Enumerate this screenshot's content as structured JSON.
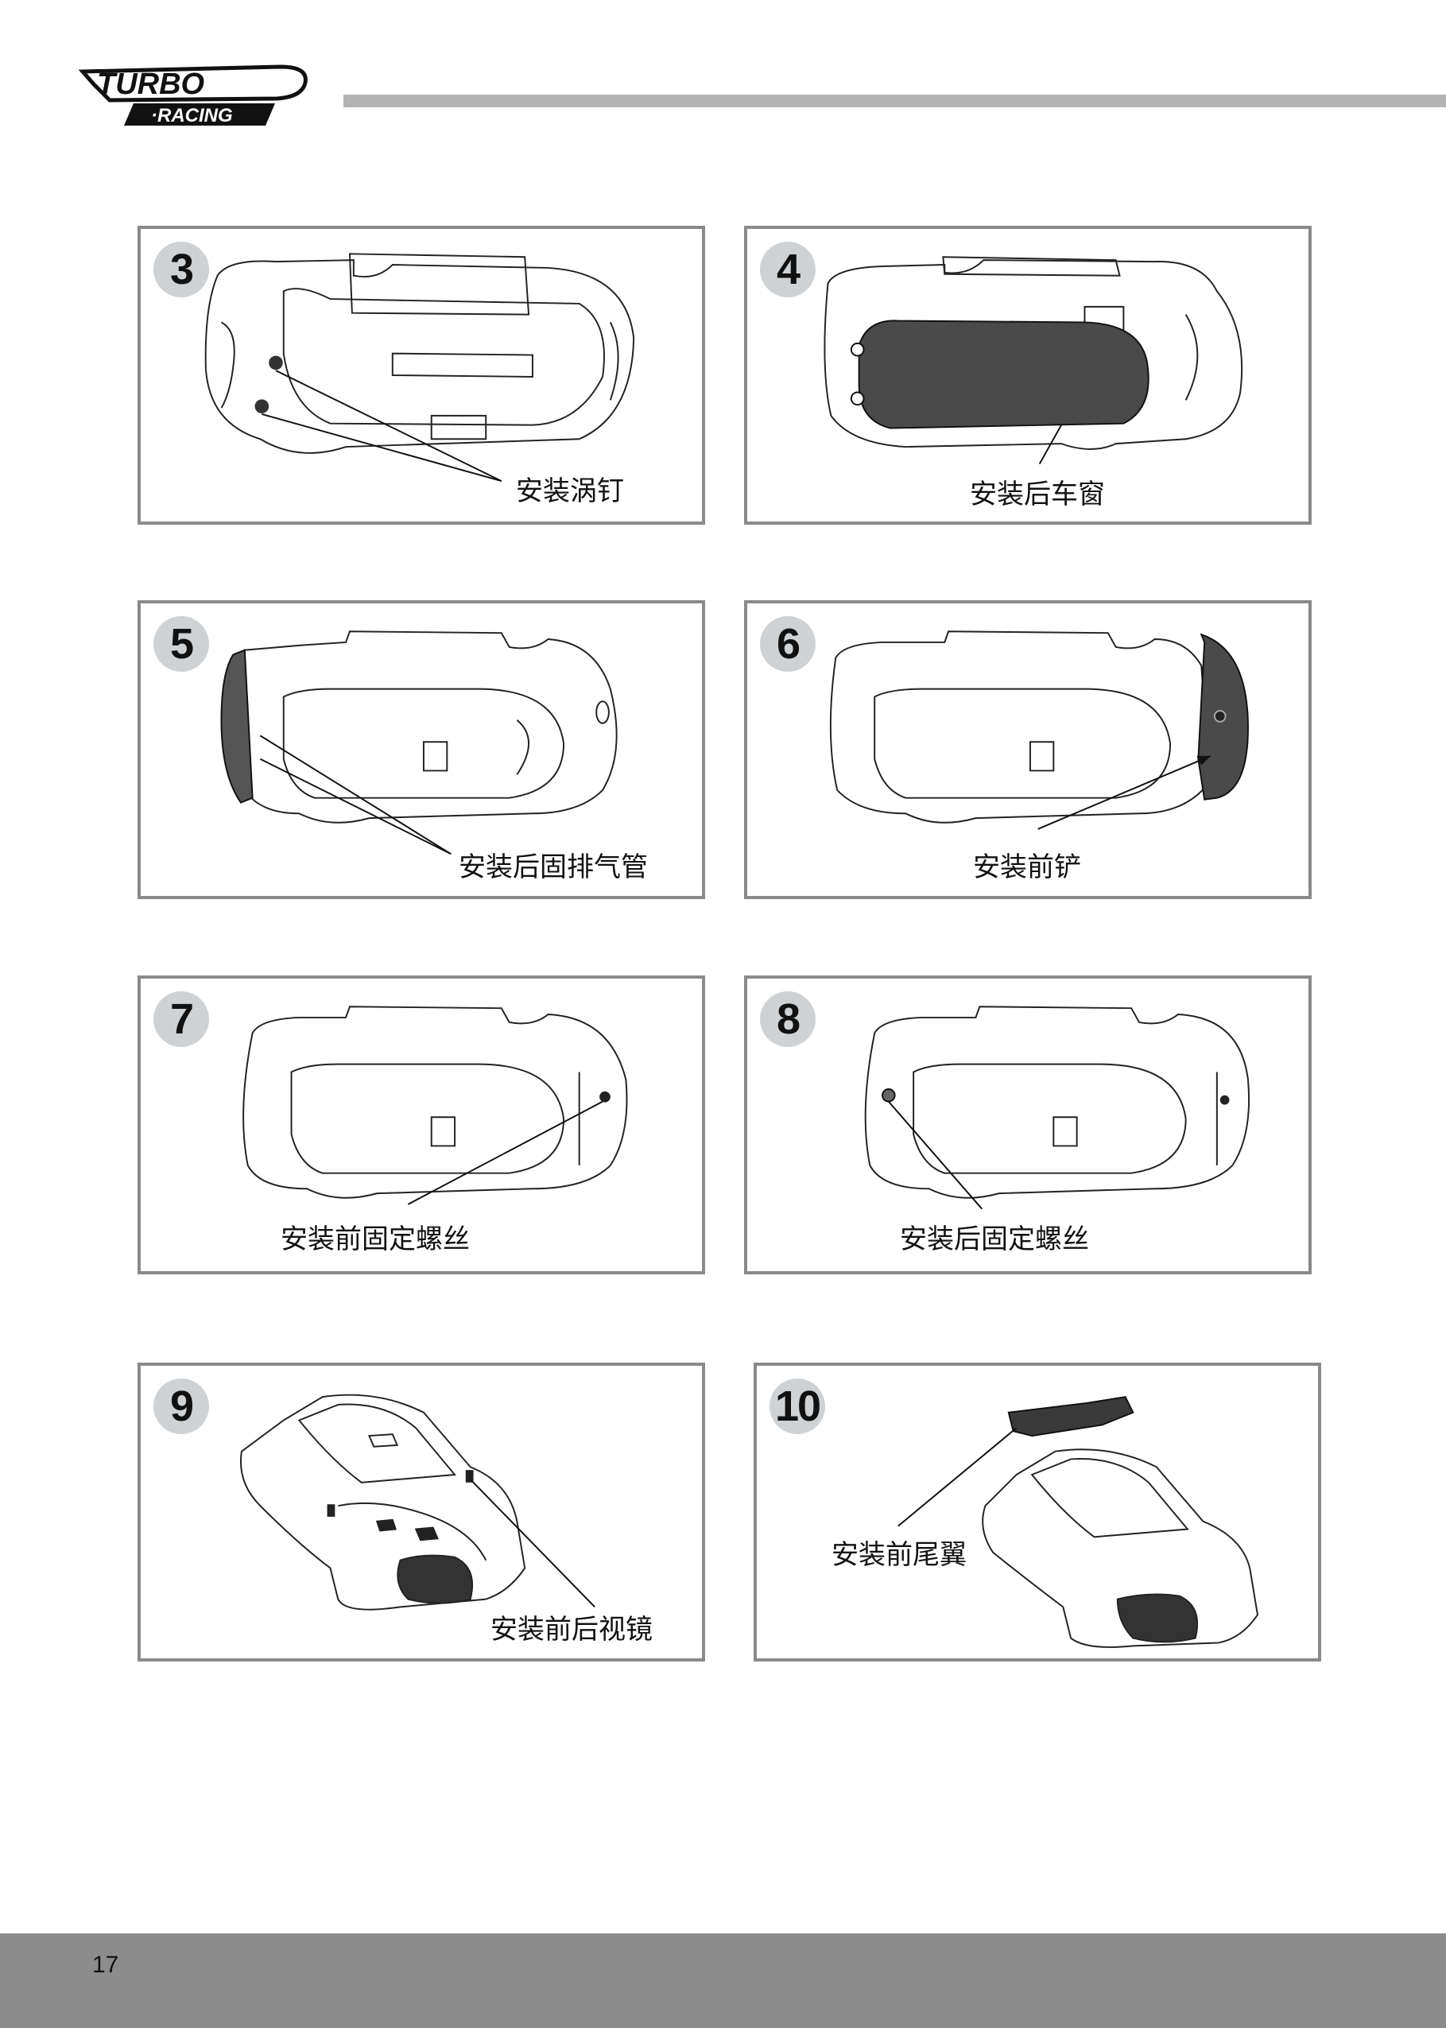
{
  "brand": {
    "logo_top": "TURBO",
    "logo_bottom": "·RACING"
  },
  "steps": [
    {
      "number": "3",
      "caption": "安装涡钉"
    },
    {
      "number": "4",
      "caption": "安装后车窗"
    },
    {
      "number": "5",
      "caption": "安装后固排气管"
    },
    {
      "number": "6",
      "caption": "安装前铲"
    },
    {
      "number": "7",
      "caption": "安装前固定螺丝"
    },
    {
      "number": "8",
      "caption": "安装后固定螺丝"
    },
    {
      "number": "9",
      "caption": "安装前后视镜"
    },
    {
      "number": "10",
      "caption": "安装前尾翼"
    }
  ],
  "footer": {
    "page_number": "17"
  },
  "colors": {
    "panel_border": "#8a8a8a",
    "header_bar": "#b3b3b3",
    "footer_bar": "#8c8c8c",
    "badge": "#cfd2d4",
    "highlight": "#4a4a4a"
  }
}
